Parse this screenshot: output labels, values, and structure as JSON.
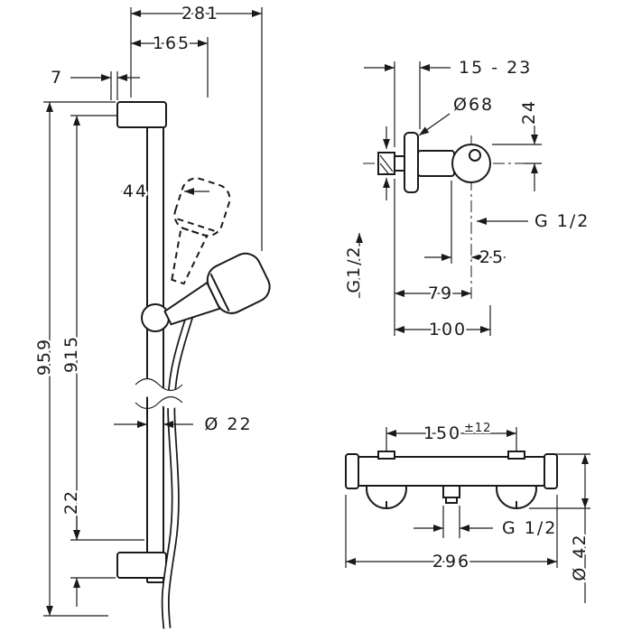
{
  "drawing": {
    "type": "technical dimensional drawing",
    "views": [
      "shower rail set side view",
      "wall connection side view",
      "thermostat mixer front view"
    ]
  },
  "left_view": {
    "d281": "281",
    "d165": "165",
    "d7": "7",
    "d44": "44",
    "d959": "959",
    "d915": "915",
    "d22": "22",
    "dia22": "Ø 22"
  },
  "connection_view": {
    "d15_23": "15 - 23",
    "dia68": "Ø68",
    "d24": "24",
    "g12_right": "G 1/2",
    "g12_supply": "G1/2",
    "d25": "25",
    "d79": "79",
    "d100": "100"
  },
  "mixer_view": {
    "d150": "150",
    "d150_tol": "±12",
    "g12": "G 1/2",
    "d296": "296",
    "dia42": "Ø 42"
  },
  "colors": {
    "line": "#1a1a1a",
    "background": "#ffffff"
  }
}
